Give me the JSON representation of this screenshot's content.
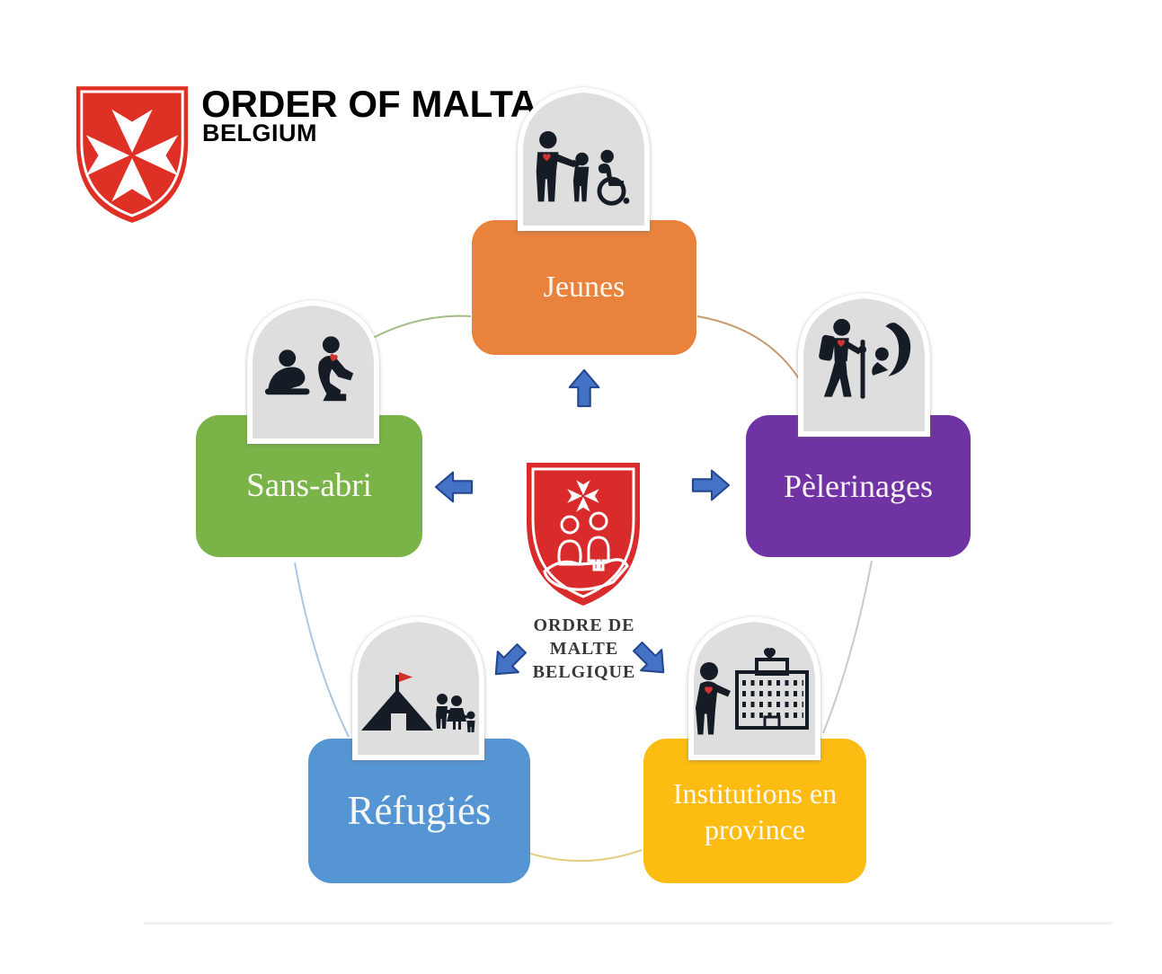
{
  "logo": {
    "title": "ORDER OF MALTA",
    "subtitle": "BELGIUM",
    "shield_color": "#DF3026",
    "cross_color": "#FFFFFF",
    "icon": "maltese-cross-shield"
  },
  "center": {
    "icon": "ordre-de-malte-emblem-shield",
    "shield_color": "#D92B2B",
    "emblem_line_color": "#FFFFFF",
    "label_lines": [
      "ORDRE DE",
      "MALTE",
      "BELGIQUE"
    ]
  },
  "nodes": [
    {
      "id": "jeunes",
      "label": "Jeunes",
      "color": "#E8823C",
      "icon": "youth-group-icon"
    },
    {
      "id": "pelerinages",
      "label": "Pèlerinages",
      "color": "#7033A3",
      "icon": "pilgrim-icon"
    },
    {
      "id": "institutions",
      "label": "Institutions en province",
      "color": "#FDBC12",
      "icon": "hospital-institution-icon"
    },
    {
      "id": "refugies",
      "label": "Réfugiés",
      "color": "#5695D3",
      "icon": "refugee-tent-icon"
    },
    {
      "id": "sans_abri",
      "label": "Sans-abri",
      "color": "#7AB449",
      "icon": "homeless-care-icon"
    }
  ],
  "connections": [
    {
      "from": "sans_abri",
      "to": "jeunes",
      "color": "#A3BD88"
    },
    {
      "from": "jeunes",
      "to": "pelerinages",
      "color": "#C8996E"
    },
    {
      "from": "pelerinages",
      "to": "institutions",
      "color": "#C9C9C9"
    },
    {
      "from": "institutions",
      "to": "refugies",
      "color": "#E4CE80"
    },
    {
      "from": "refugies",
      "to": "sans_abri",
      "color": "#A9C6E4"
    }
  ],
  "arrows": {
    "fill": "#4472C4",
    "border": "#24478F",
    "directions": [
      "up",
      "left",
      "right",
      "down-left",
      "down-right"
    ]
  },
  "badge": {
    "fill": "#DEDEDE",
    "border": "#FFFFFF"
  },
  "accents": {
    "heart": "#CF3433",
    "flag": "#D33327"
  }
}
